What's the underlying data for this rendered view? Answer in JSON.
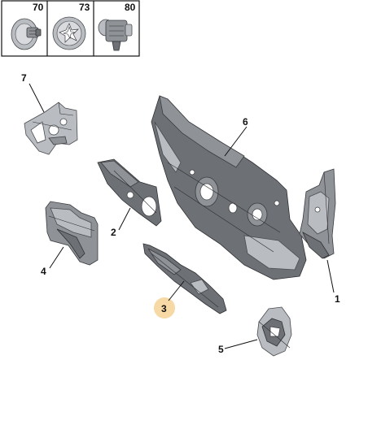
{
  "fastener_box": {
    "cells": [
      {
        "label": "70",
        "icon": "push-clip-icon"
      },
      {
        "label": "73",
        "icon": "star-washer-icon"
      },
      {
        "label": "80",
        "icon": "plastic-clip-icon"
      }
    ]
  },
  "callouts": [
    {
      "number": "1",
      "part": "side-insulation-panel",
      "highlighted": false
    },
    {
      "number": "2",
      "part": "bracket-insulation-panel",
      "highlighted": false
    },
    {
      "number": "3",
      "part": "lower-insulation-strip",
      "highlighted": true
    },
    {
      "number": "4",
      "part": "corner-insulation-pad",
      "highlighted": false
    },
    {
      "number": "5",
      "part": "round-insulation-plate",
      "highlighted": false
    },
    {
      "number": "6",
      "part": "bulkhead-insulation-main",
      "highlighted": false
    },
    {
      "number": "7",
      "part": "upper-bracket-panel",
      "highlighted": false
    }
  ],
  "colors": {
    "highlight": "#f7d9a6",
    "border": "#111111",
    "part_dark": "#6d7075",
    "part_light": "#b9bcc0"
  }
}
